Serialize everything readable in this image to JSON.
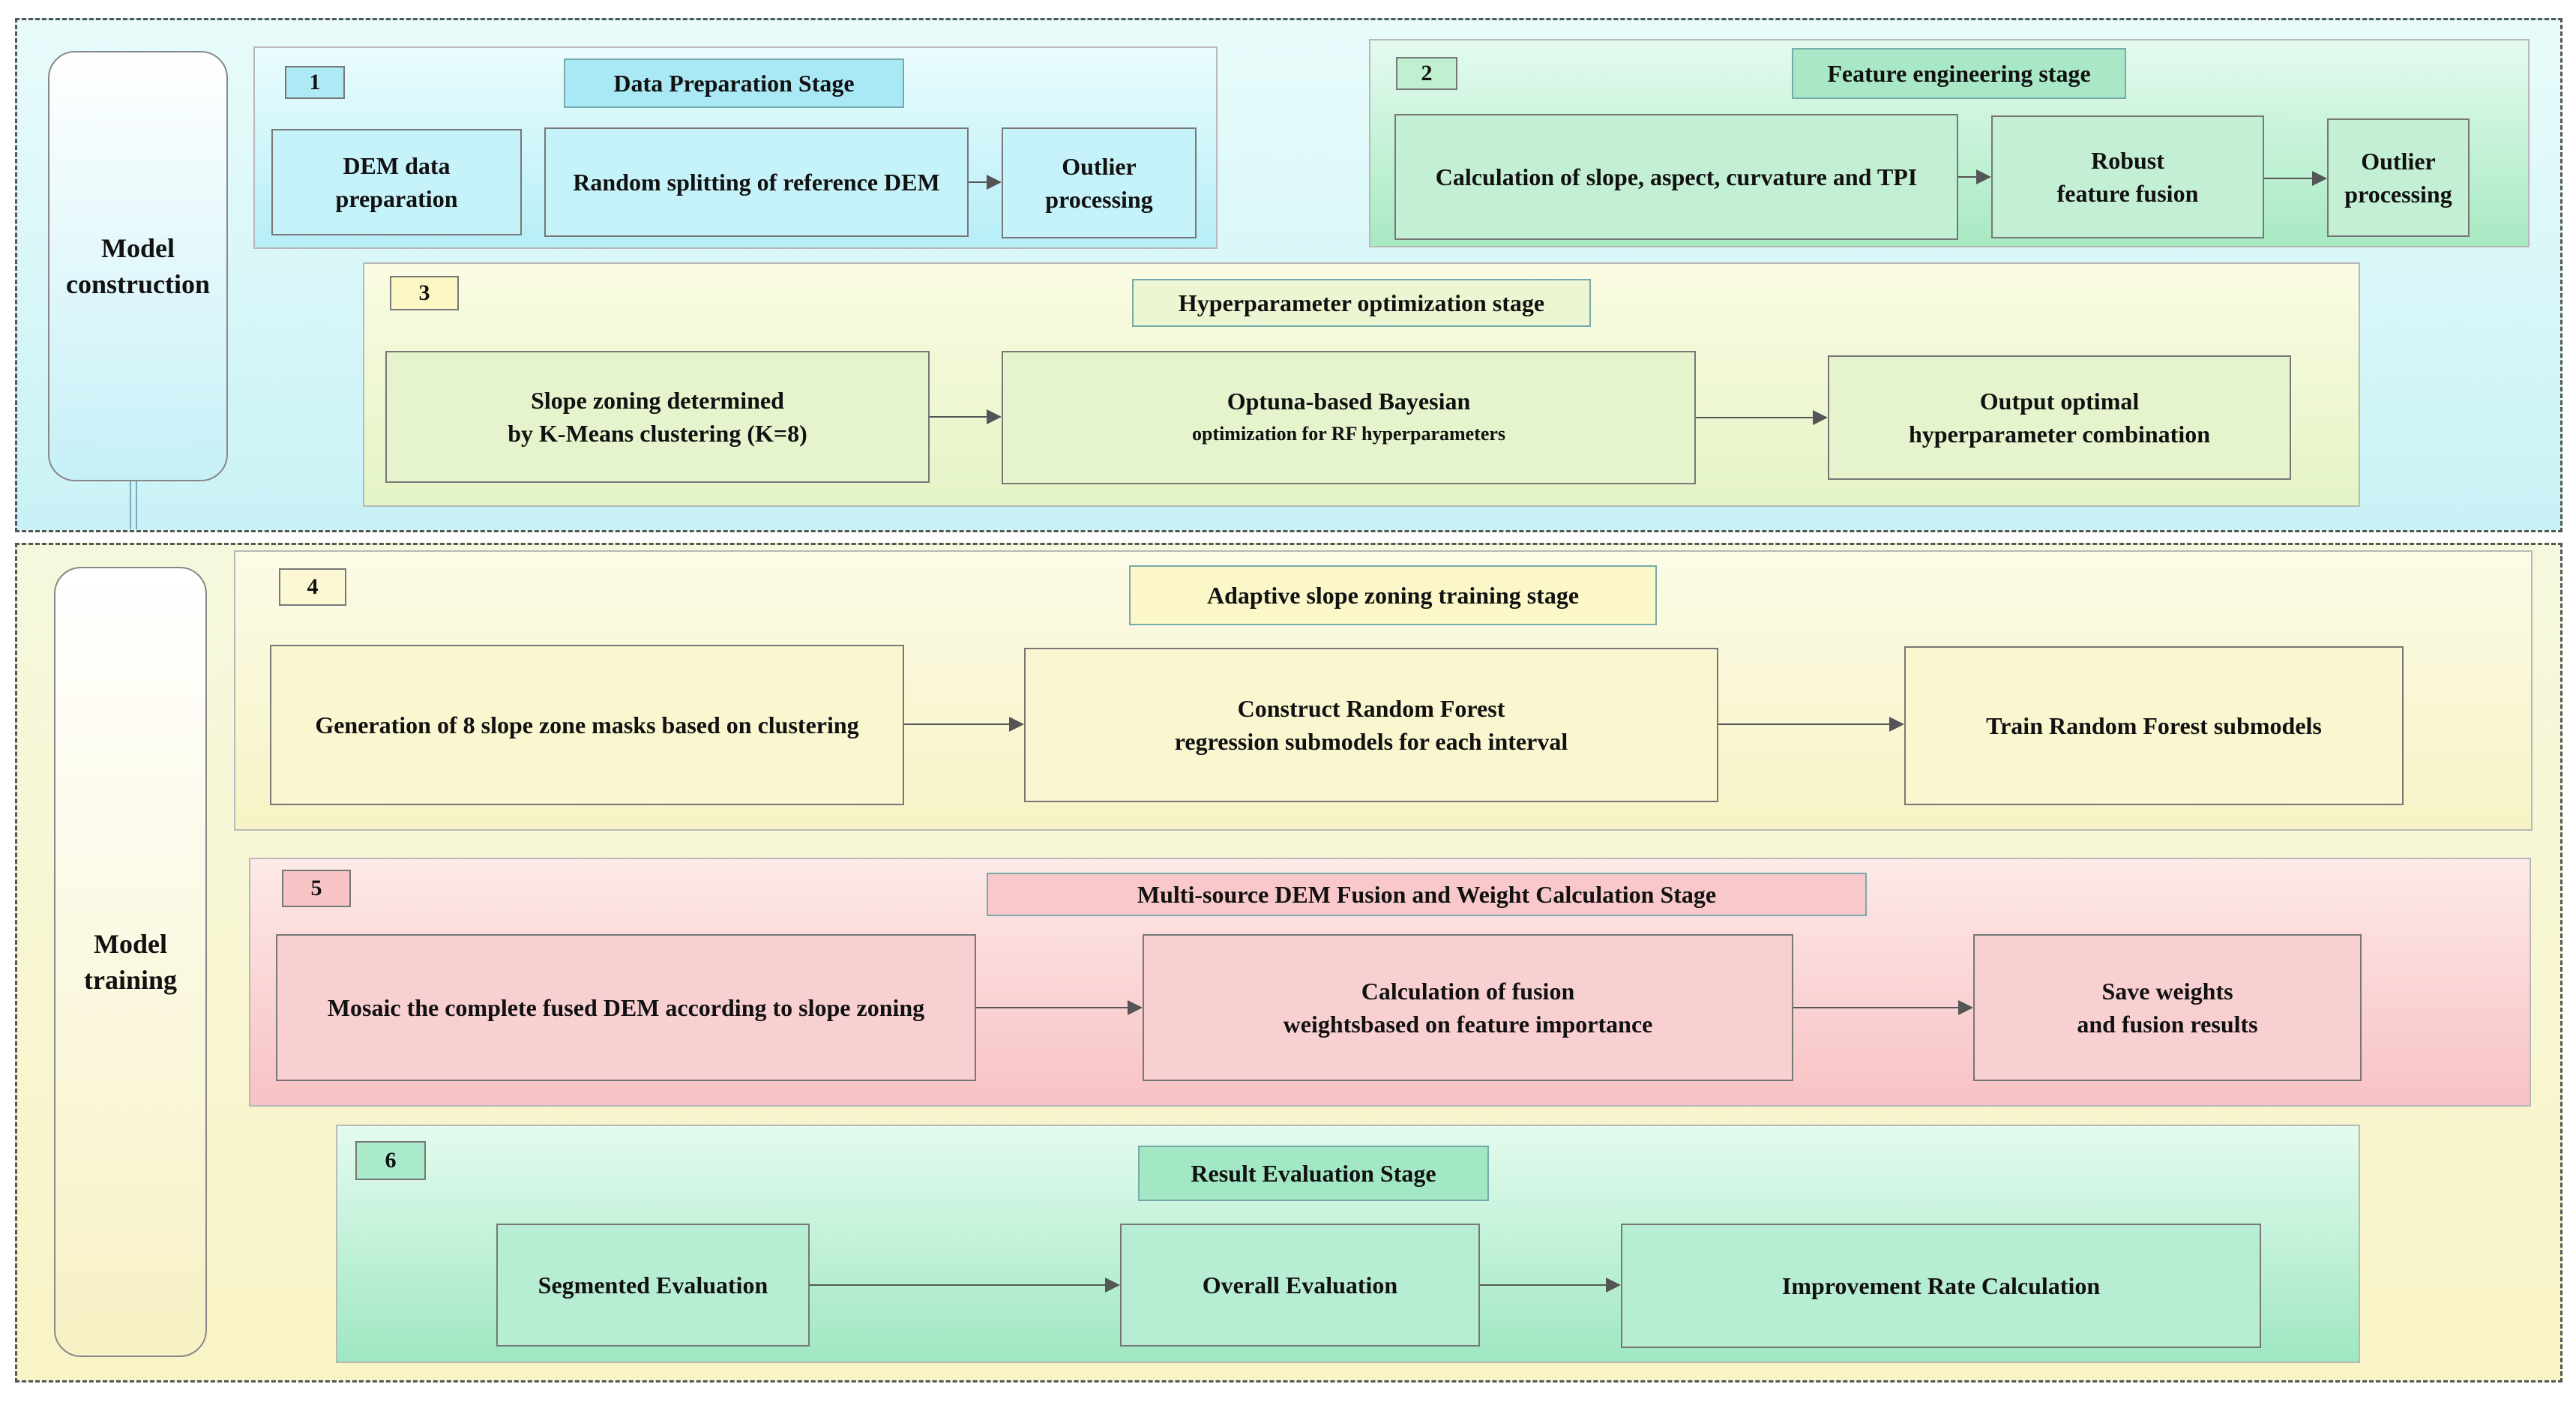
{
  "sections": {
    "construction_label": "Model\nconstruction",
    "training_label": "Model\ntraining"
  },
  "stages": [
    {
      "num": "1",
      "title": "Data Preparation Stage",
      "boxes": [
        "DEM data\npreparation",
        "Random splitting of reference DEM",
        "Outlier\nprocessing"
      ]
    },
    {
      "num": "2",
      "title": "Feature engineering stage",
      "boxes": [
        "Calculation of slope, aspect, curvature and TPI",
        "Robust\nfeature fusion",
        "Outlier\nprocessing"
      ]
    },
    {
      "num": "3",
      "title": "Hyperparameter optimization stage",
      "boxes": [
        "Slope zoning determined\nby K-Means clustering (K=8)",
        "Optuna-based Bayesian",
        "Output optimal\nhyperparameter combination"
      ],
      "box2_sub": "optimization for RF hyperparameters"
    },
    {
      "num": "4",
      "title": "Adaptive slope zoning training stage",
      "boxes": [
        "Generation of 8 slope zone masks based on clustering",
        "Construct Random Forest\nregression submodels for each interval",
        "Train Random Forest submodels"
      ]
    },
    {
      "num": "5",
      "title": "Multi-source DEM Fusion and Weight Calculation Stage",
      "boxes": [
        "Mosaic the complete fused DEM according to slope zoning",
        "Calculation of fusion\nweightsbased on feature importance",
        "Save weights\nand fusion results"
      ]
    },
    {
      "num": "6",
      "title": "Result Evaluation Stage",
      "boxes": [
        "Segmented Evaluation",
        "Overall Evaluation",
        "Improvement Rate Calculation"
      ]
    }
  ],
  "colors": {
    "stage1": "#c8f3fa",
    "stage2": "#c8f3d8",
    "stage3": "#eef8d0",
    "stage4": "#f8f8d2",
    "stage5": "#fbd0d0",
    "stage6": "#c6f2dc"
  }
}
